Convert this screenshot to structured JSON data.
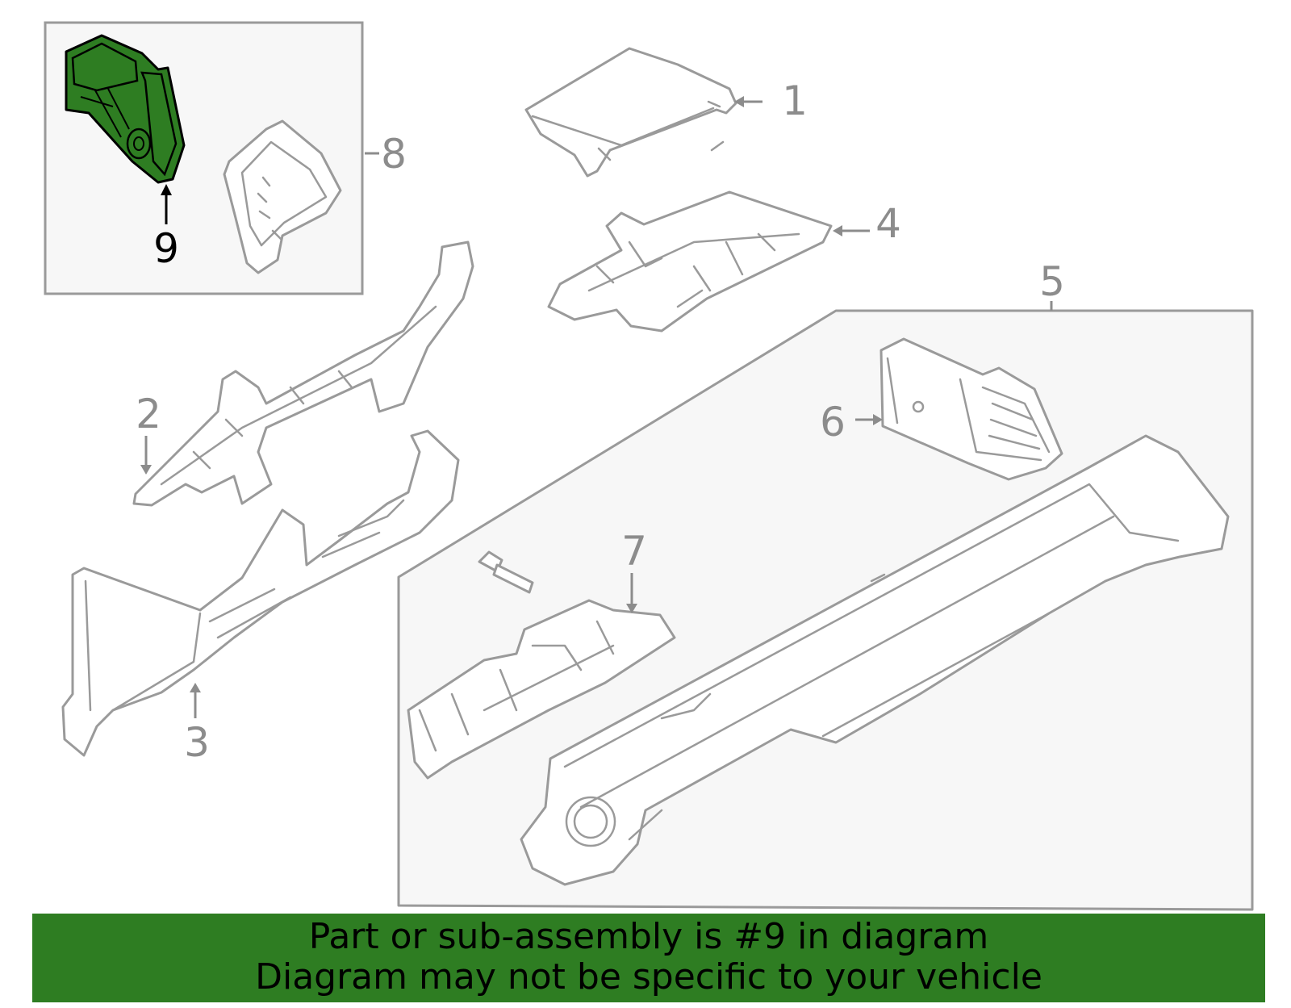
{
  "callouts": {
    "c1": "1",
    "c2": "2",
    "c3": "3",
    "c4": "4",
    "c5": "5",
    "c6": "6",
    "c7": "7",
    "c8": "8",
    "c9": "9"
  },
  "colors": {
    "highlight": "#2e7d22",
    "line": "#9a9a9a",
    "callout_text": "#8c8c8c",
    "inset_bg": "#f7f7f7"
  },
  "banner": {
    "line1": "Part or sub-assembly is #9 in diagram",
    "line2": "Diagram may not be specific to your vehicle"
  }
}
